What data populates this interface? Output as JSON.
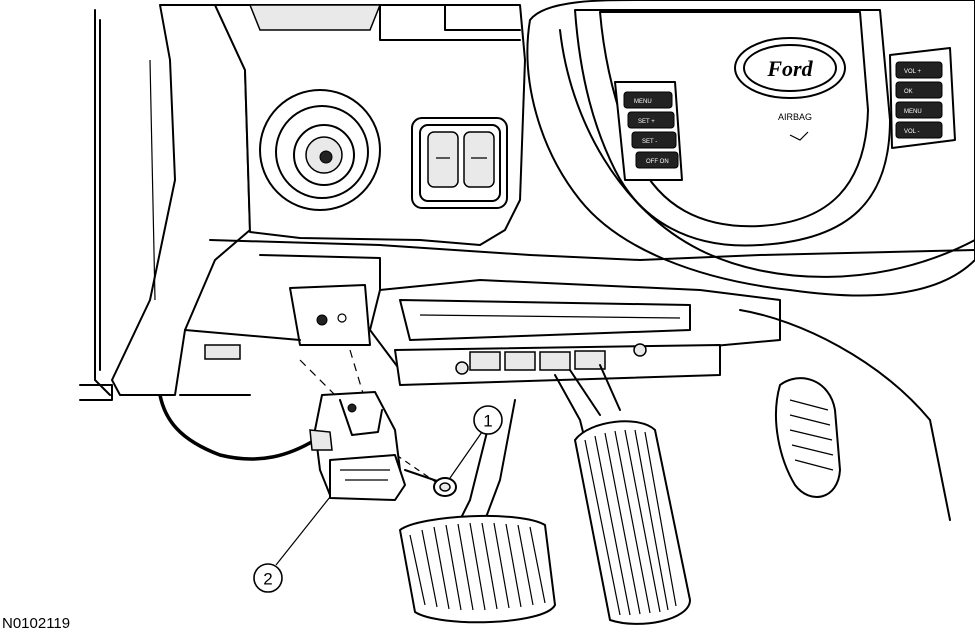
{
  "figure": {
    "id_label": "N0102119",
    "badge_text": "Ford",
    "airbag_text": "AIRBAG"
  },
  "callouts": [
    {
      "number": "1",
      "target": "bolt"
    },
    {
      "number": "2",
      "target": "accelerator-pedal-position-sensor"
    }
  ],
  "steering_wheel_buttons_left": [
    "MENU",
    "SET +",
    "SET -",
    "OFF ON"
  ],
  "steering_wheel_buttons_right": [
    "VOL +",
    "OK",
    "MENU",
    "VOL -"
  ]
}
